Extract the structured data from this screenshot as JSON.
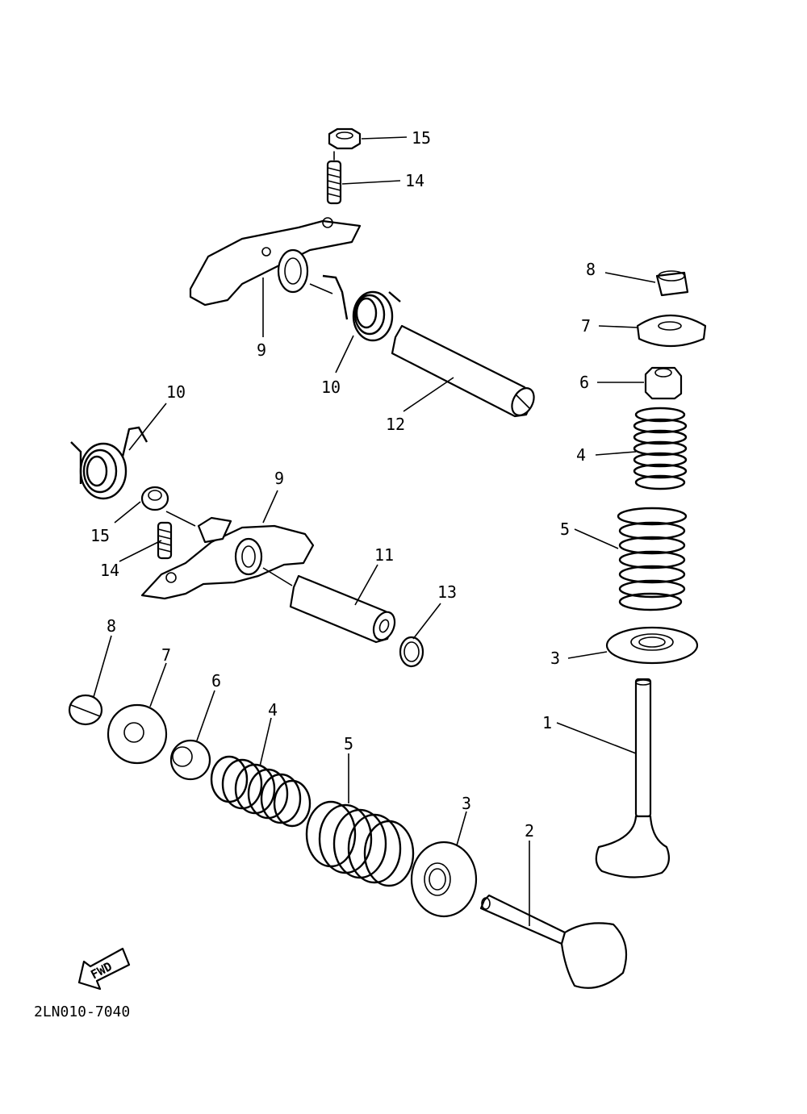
{
  "callouts": {
    "c1": "1",
    "c2": "2",
    "c3a": "3",
    "c3b": "3",
    "c4a": "4",
    "c4b": "4",
    "c5a": "5",
    "c5b": "5",
    "c6a": "6",
    "c6b": "6",
    "c7a": "7",
    "c7b": "7",
    "c8a": "8",
    "c8b": "8",
    "c9a": "9",
    "c9b": "9",
    "c10a": "10",
    "c10b": "10",
    "c11": "11",
    "c12": "12",
    "c13": "13",
    "c14a": "14",
    "c14b": "14",
    "c15a": "15",
    "c15b": "15"
  },
  "fwd_label": "FWD",
  "drawing_code": "2LN010-7040"
}
